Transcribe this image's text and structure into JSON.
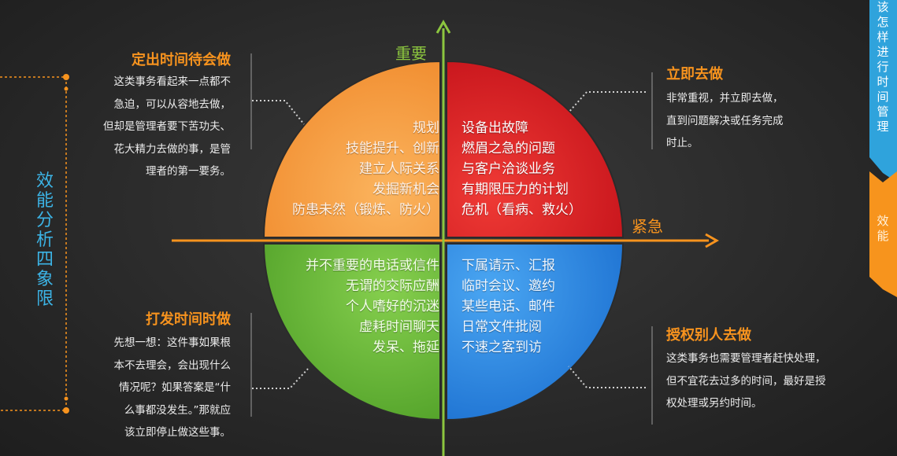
{
  "diagram": {
    "axis_vertical_label": "重要",
    "axis_horizontal_label": "紧急",
    "side_title": "效能分析四象限",
    "right_tab_top": "该怎样进行时间管理",
    "right_tab_bottom": "效能",
    "colors": {
      "top_left": "#f7a04a",
      "top_right": "#e31e24",
      "bottom_left": "#6cbf3c",
      "bottom_right": "#2f8fe8",
      "axis_green": "#8cc63f",
      "axis_orange": "#f7931e",
      "side_blue": "#3cb4e6"
    },
    "quadrants": {
      "top_left": {
        "items": [
          "规划",
          "技能提升、创新",
          "建立人际关系",
          "发掘新机会",
          "防患未然（锻炼、防火）"
        ],
        "title": "定出时间待会做",
        "desc": [
          "这类事务看起来一点都不",
          "急迫，可以从容地去做，",
          "但却是管理者要下苦功夫、",
          "花大精力去做的事，是管",
          "理者的第一要务。"
        ]
      },
      "top_right": {
        "items": [
          "设备出故障",
          "燃眉之急的问题",
          "与客户洽谈业务",
          "有期限压力的计划",
          "危机（看病、救火）"
        ],
        "title": "立即去做",
        "desc": [
          "非常重视，并立即去做，",
          "直到问题解决或任务完成",
          "时止。"
        ]
      },
      "bottom_left": {
        "items": [
          "并不重要的电话或信件",
          "无谓的交际应酬",
          "个人嗜好的沉迷",
          "虚耗时间聊天",
          "发呆、拖延"
        ],
        "title": "打发时间时做",
        "desc": [
          "先想一想：这件事如果根",
          "本不去理会，会出现什么",
          "情况呢？如果答案是“什",
          "么事都没发生。”那就应",
          "该立即停止做这些事。"
        ]
      },
      "bottom_right": {
        "items": [
          "下属请示、汇报",
          "临时会议、邀约",
          "某些电话、邮件",
          "日常文件批阅",
          "不速之客到访"
        ],
        "title": "授权别人去做",
        "desc": [
          "这类事务也需要管理者赶快处理，",
          "但不宜花去过多的时间，最好是授",
          "权处理或另约时间。"
        ]
      }
    }
  }
}
